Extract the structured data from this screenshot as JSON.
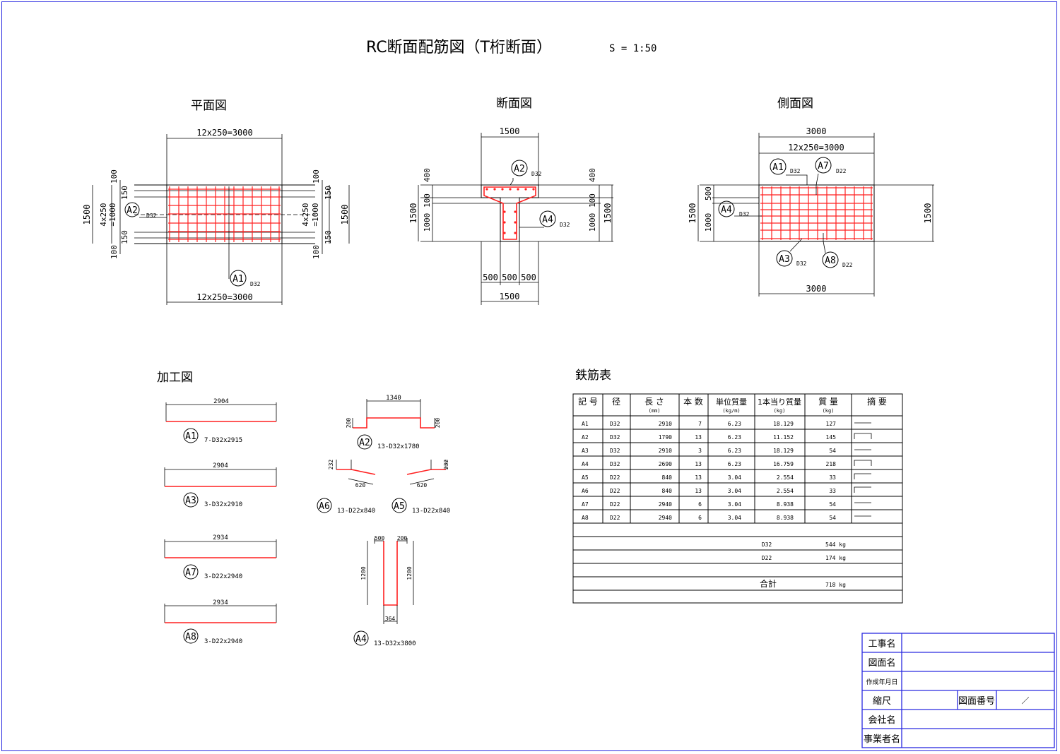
{
  "title": "RC断面配筋図（T桁断面）",
  "scale": "S = 1:50",
  "views": {
    "plan": "平面図",
    "section": "断面図",
    "side": "側面図",
    "processing": "加工図",
    "rebar_table": "鉄筋表"
  },
  "plan": {
    "dim_top": "12x250=3000",
    "dim_bottom": "12x250=3000",
    "dim_left_total": "1500",
    "dim_left_mid1": "4x250",
    "dim_left_mid2": "=1000",
    "dim_right_total": "1500",
    "dim_right_mid1": "4x250",
    "dim_right_mid2": "=1000",
    "dim_100": "100",
    "dim_150": "150",
    "label_a2": "A2",
    "label_a2_bar": "D32",
    "label_a1": "A1",
    "label_a1_bar": "D32"
  },
  "section": {
    "dim_top": "1500",
    "dim_bottom": "1500",
    "dim_bottom_parts": [
      "500",
      "500",
      "500"
    ],
    "dim_left_total": "1500",
    "dim_left_400": "400",
    "dim_left_100": "100",
    "dim_left_1000": "1000",
    "dim_right_total": "1500",
    "dim_right_400": "400",
    "dim_right_100": "100",
    "dim_right_1000": "1000",
    "label_a2": "A2",
    "label_a2_bar": "D32",
    "label_a4": "A4",
    "label_a4_bar": "D32"
  },
  "side": {
    "dim_top": "3000",
    "dim_top2": "12x250=3000",
    "dim_bottom": "3000",
    "dim_left_total": "1500",
    "dim_left_500": "500",
    "dim_left_1000": "1000",
    "dim_right_total": "1500",
    "label_a1": "A1",
    "label_a1_bar": "D32",
    "label_a7": "A7",
    "label_a7_bar": "D22",
    "label_a4": "A4",
    "label_a4_bar": "D32",
    "label_a3": "A3",
    "label_a3_bar": "D32",
    "label_a8": "A8",
    "label_a8_bar": "D22"
  },
  "processing": {
    "a1": {
      "label": "A1",
      "len": "2904",
      "spec": "7-D32x2915"
    },
    "a3": {
      "label": "A3",
      "len": "2904",
      "spec": "3-D32x2910"
    },
    "a7": {
      "label": "A7",
      "len": "2934",
      "spec": "3-D22x2940"
    },
    "a8": {
      "label": "A8",
      "len": "2934",
      "spec": "3-D22x2940"
    },
    "a2": {
      "label": "A2",
      "len": "1340",
      "side": "200",
      "spec": "13-D32x1780"
    },
    "a6": {
      "label": "A6",
      "len": "620",
      "side": "232",
      "spec": "13-D22x840"
    },
    "a5": {
      "label": "A5",
      "len": "620",
      "side": "232",
      "spec": "13-D22x840"
    },
    "a4": {
      "label": "A4",
      "top": "500",
      "top2": "200",
      "side": "1200",
      "bottom": "364",
      "spec": "13-D32x3800"
    }
  },
  "table": {
    "headers": [
      "記 号",
      "径",
      "長 さ",
      "本 数",
      "単位質量",
      "1本当り質量",
      "質 量",
      "摘 要"
    ],
    "subheaders": [
      "",
      "",
      "(mm)",
      "",
      "(kg/m)",
      "(kg)",
      "(kg)",
      ""
    ],
    "rows": [
      [
        "A1",
        "D32",
        "2910",
        "7",
        "6.23",
        "18.129",
        "127"
      ],
      [
        "A2",
        "D32",
        "1790",
        "13",
        "6.23",
        "11.152",
        "145"
      ],
      [
        "A3",
        "D32",
        "2910",
        "3",
        "6.23",
        "18.129",
        "54"
      ],
      [
        "A4",
        "D32",
        "2690",
        "13",
        "6.23",
        "16.759",
        "218"
      ],
      [
        "A5",
        "D22",
        "840",
        "13",
        "3.04",
        "2.554",
        "33"
      ],
      [
        "A6",
        "D22",
        "840",
        "13",
        "3.04",
        "2.554",
        "33"
      ],
      [
        "A7",
        "D22",
        "2940",
        "6",
        "3.04",
        "8.938",
        "54"
      ],
      [
        "A8",
        "D22",
        "2940",
        "6",
        "3.04",
        "8.938",
        "54"
      ]
    ],
    "sum_d32_label": "D32",
    "sum_d32_value": "544 kg",
    "sum_d22_label": "D22",
    "sum_d22_value": "174 kg",
    "total_label": "合計",
    "total_value": "718 kg"
  },
  "titleblock": {
    "project": "工事名",
    "drawing": "図面名",
    "date": "作成年月日",
    "scale": "縮尺",
    "drawing_no": "図面番号",
    "drawing_no_value": "／",
    "company": "会社名",
    "contractor": "事業者名"
  }
}
